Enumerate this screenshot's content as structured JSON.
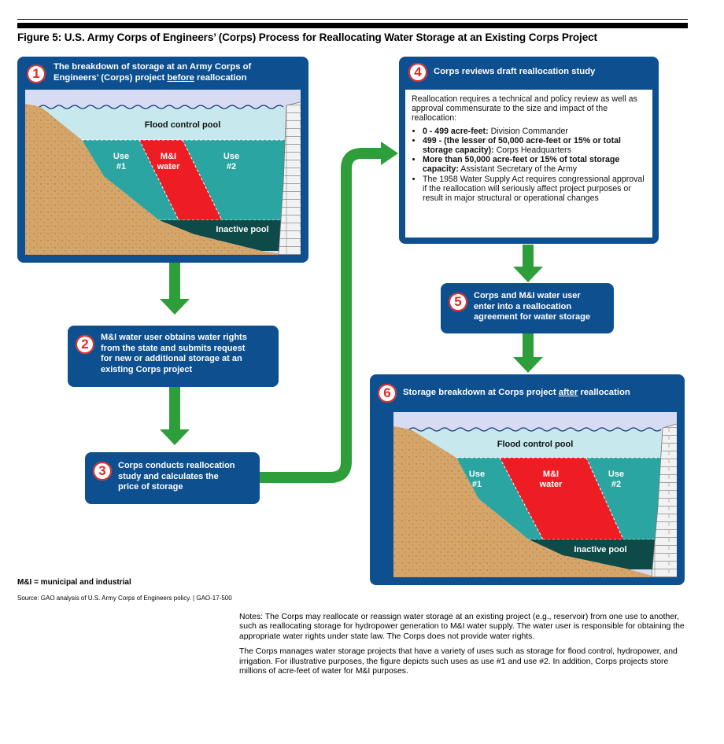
{
  "figure_title": "Figure 5: U.S. Army Corps of Engineers’ (Corps) Process for Reallocating Water Storage at an Existing Corps Project",
  "steps": {
    "s1": {
      "num": "1",
      "line1": "The breakdown of storage at an Army Corps of",
      "line2_a": "Engineers’ (Corps) project ",
      "line2_u": "before",
      "line2_b": " reallocation"
    },
    "s2": {
      "num": "2",
      "lines": [
        "M&I water user obtains water rights",
        "from the state and submits request",
        "for new or additional storage at an",
        "existing Corps project"
      ]
    },
    "s3": {
      "num": "3",
      "lines": [
        "Corps conducts reallocation",
        "study and calculates the",
        "price of storage"
      ]
    },
    "s4": {
      "num": "4",
      "title": "Corps reviews draft reallocation study",
      "intro": "Reallocation requires a technical and policy review as well as approval commensurate to the size and impact of the reallocation:",
      "b1_bold": "0 - 499 acre-feet:",
      "b1_rest": " Division Commander",
      "b2_bold": "499 - (the lesser of 50,000 acre-feet or 15% or total storage capacity):",
      "b2_rest": " Corps Headquarters",
      "b3_bold": "More than 50,000 acre-feet or 15% of total storage capacity:",
      "b3_rest": " Assistant Secretary of the Army",
      "b4": "The 1958 Water Supply Act requires congressional approval if the reallocation will seriously affect project purposes or result in major structural or operational changes"
    },
    "s5": {
      "num": "5",
      "lines": [
        "Corps and M&I water user",
        "enter into a reallocation",
        "agreement for water storage"
      ]
    },
    "s6": {
      "num": "6",
      "text_a": "Storage breakdown at Corps project ",
      "text_u": "after",
      "text_b": " reallocation"
    }
  },
  "diagram_labels": {
    "flood": "Flood control pool",
    "use1_a": "Use",
    "use1_b": "#1",
    "mi_a": "M&I",
    "mi_b": "water",
    "use2_a": "Use",
    "use2_b": "#2",
    "inactive": "Inactive pool"
  },
  "colors": {
    "panel": "#0d4f8f",
    "arrow": "#2e9e3a",
    "water_light": "#c7e9ee",
    "use_teal": "#2aa5a2",
    "mi_red": "#ee1d23",
    "inactive": "#0d4a48",
    "earth": "#d6a569",
    "sky": "#d7dcf3",
    "number_red": "#e02a27"
  },
  "footnotes": {
    "abbrev": "M&I = municipal and industrial",
    "source": "Source: GAO analysis of U.S. Army Corps of Engineers policy.  |  GAO-17-500"
  },
  "notes": {
    "p1": "Notes: The Corps may reallocate or reassign water storage at an existing project (e.g., reservoir) from one use to another, such as reallocating storage for hydropower generation to M&I water supply. The water user is responsible for obtaining the appropriate water rights under state law. The Corps does not provide water rights.",
    "p2": "The Corps manages water storage projects that have a variety of uses such as storage for flood control, hydropower, and irrigation. For illustrative purposes, the figure depicts such uses as use #1 and use #2. In addition, Corps projects store millions of acre-feet of water for M&I purposes."
  }
}
